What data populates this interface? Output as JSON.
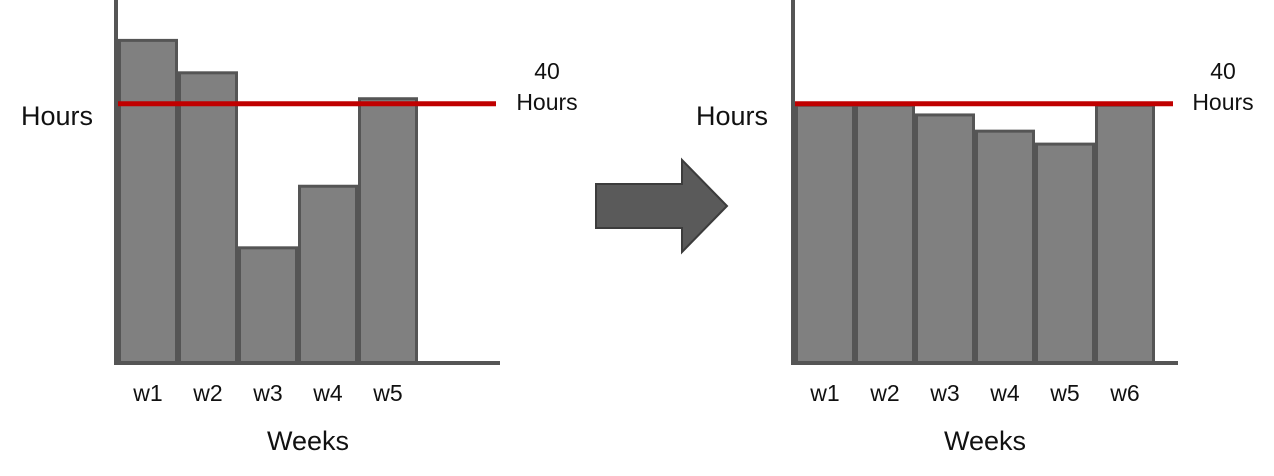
{
  "chart_data": [
    {
      "type": "bar",
      "categories": [
        "w1",
        "w2",
        "w3",
        "w4",
        "w5"
      ],
      "values": [
        50,
        45,
        18,
        27.5,
        41
      ],
      "xlabel": "Weeks",
      "ylabel": "Hours",
      "ylim": [
        0,
        56
      ],
      "grid": false,
      "reference_line": {
        "value": 40,
        "label_line1": "40",
        "label_line2": "Hours",
        "color": "#c00000"
      },
      "bar_color": "#808080"
    },
    {
      "type": "bar",
      "categories": [
        "w1",
        "w2",
        "w3",
        "w4",
        "w5",
        "w6"
      ],
      "values": [
        40,
        40,
        38.5,
        36,
        34,
        40
      ],
      "xlabel": "Weeks",
      "ylabel": "Hours",
      "ylim": [
        0,
        56
      ],
      "grid": false,
      "reference_line": {
        "value": 40,
        "label_line1": "40",
        "label_line2": "Hours",
        "color": "#c00000"
      },
      "bar_color": "#808080"
    }
  ],
  "arrow": {
    "icon": "right-arrow-icon",
    "color": "#5a5a5a"
  }
}
